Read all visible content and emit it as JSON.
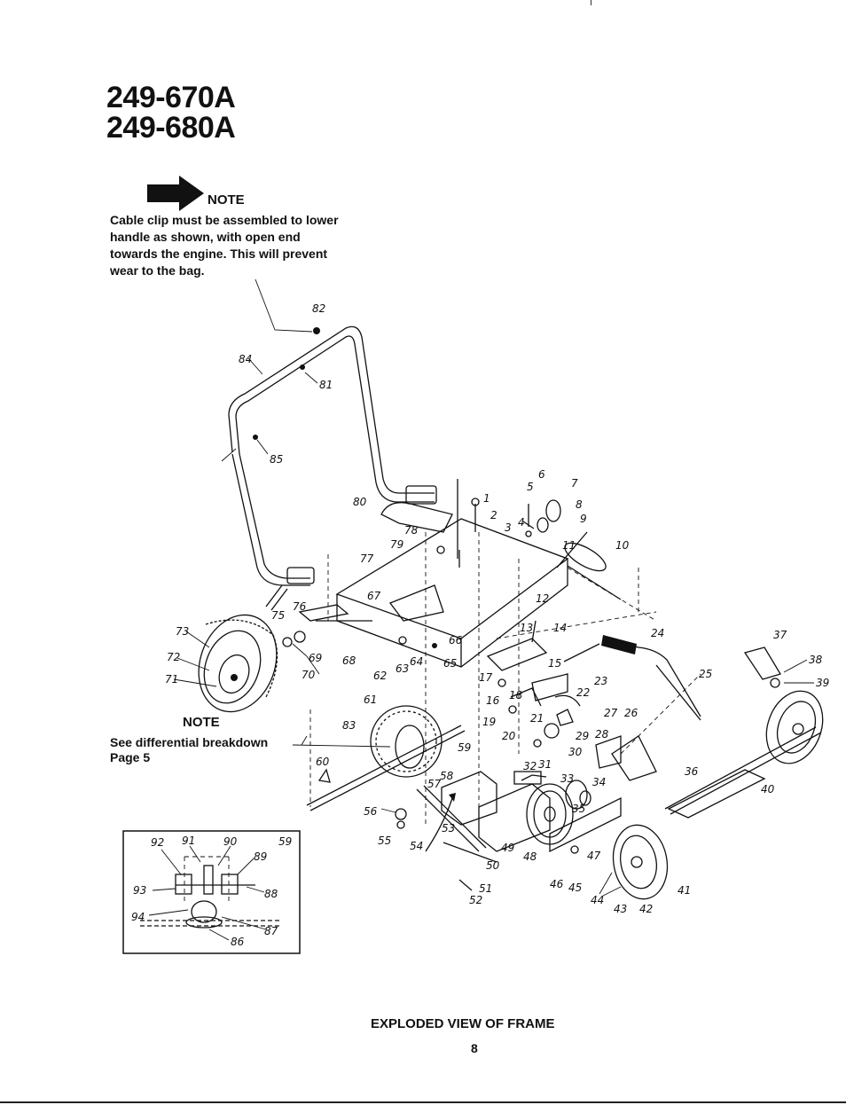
{
  "models": [
    "249-670A",
    "249-680A"
  ],
  "note": {
    "heading": "NOTE",
    "text": "Cable clip must be assembled to lower handle as shown, with open end towards the engine. This will prevent wear to the bag."
  },
  "note2": {
    "heading": "NOTE",
    "line1": "See differential breakdown",
    "line2": "Page 5"
  },
  "caption": "EXPLODED VIEW OF FRAME",
  "page_number": "8",
  "part_labels": [
    "1",
    "2",
    "3",
    "4",
    "5",
    "6",
    "7",
    "8",
    "9",
    "10",
    "11",
    "12",
    "13",
    "14",
    "15",
    "16",
    "17",
    "18",
    "19",
    "20",
    "21",
    "22",
    "23",
    "24",
    "25",
    "26",
    "27",
    "28",
    "29",
    "30",
    "31",
    "32",
    "33",
    "34",
    "35",
    "36",
    "37",
    "38",
    "39",
    "40",
    "41",
    "42",
    "43",
    "44",
    "45",
    "46",
    "47",
    "48",
    "49",
    "50",
    "51",
    "52",
    "53",
    "54",
    "55",
    "56",
    "57",
    "58",
    "59",
    "60",
    "61",
    "62",
    "63",
    "64",
    "65",
    "66",
    "67",
    "68",
    "69",
    "70",
    "71",
    "72",
    "73",
    "75",
    "76",
    "77",
    "78",
    "79",
    "80",
    "81",
    "82",
    "83",
    "84",
    "85"
  ],
  "inset_labels": [
    "92",
    "91",
    "90",
    "59",
    "89",
    "93",
    "88",
    "94",
    "87",
    "86"
  ]
}
